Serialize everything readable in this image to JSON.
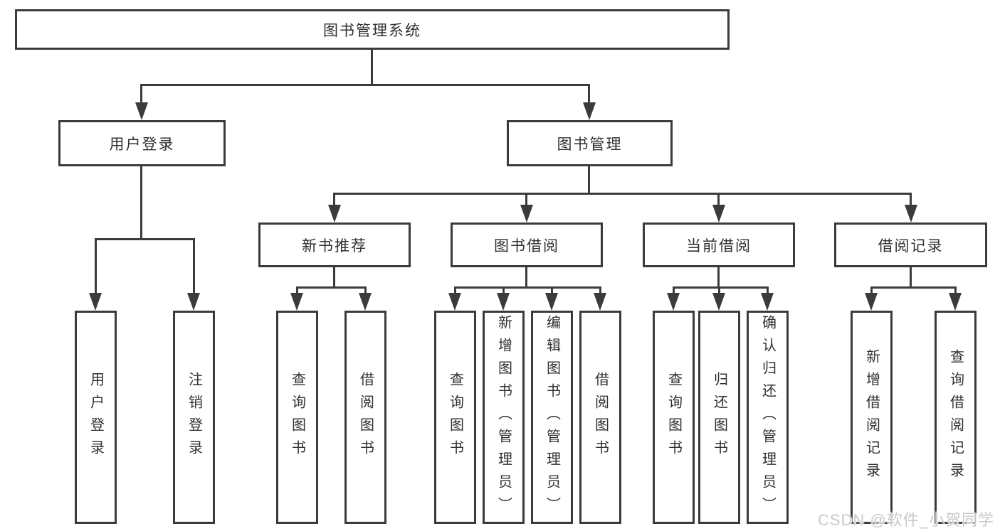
{
  "title": "图书管理系统",
  "level2": {
    "user_login": "用户登录",
    "book_mgmt": "图书管理"
  },
  "level3": {
    "new_books": "新书推荐",
    "book_borrow": "图书借阅",
    "current_borrow": "当前借阅",
    "borrow_records": "借阅记录"
  },
  "leaves": {
    "user_login": [
      "用户登录",
      "注销登录"
    ],
    "new_books": [
      "查询图书",
      "借阅图书"
    ],
    "book_borrow": [
      "查询图书",
      "新增图书（管理员）",
      "编辑图书（管理员）",
      "借阅图书"
    ],
    "current_borrow": [
      "查询图书",
      "归还图书",
      "确认归还（管理员）"
    ],
    "borrow_records": [
      "新增借阅记录",
      "查询借阅记录"
    ]
  },
  "watermark": "CSDN @软件_小贺同学",
  "colors": {
    "line": "#3b3b3b",
    "text": "#303030",
    "background": "#ffffff",
    "watermark": "#c9c9c9"
  }
}
